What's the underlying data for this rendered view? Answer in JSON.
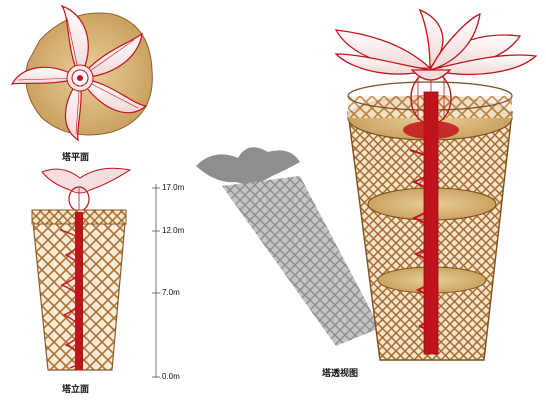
{
  "views": {
    "plan": {
      "label": "塔平面"
    },
    "elevation": {
      "label": "塔立面"
    },
    "perspective": {
      "label": "塔透视图"
    }
  },
  "dimensions": {
    "levels": [
      {
        "label": "17.0m"
      },
      {
        "label": "12.0m"
      },
      {
        "label": "7.0m"
      },
      {
        "label": "0.0m"
      }
    ]
  },
  "colors": {
    "accent_red": "#c0141c",
    "wood": "#b87a3a",
    "wood_light": "#d9b77a",
    "shadow": "#8c8c8c"
  }
}
